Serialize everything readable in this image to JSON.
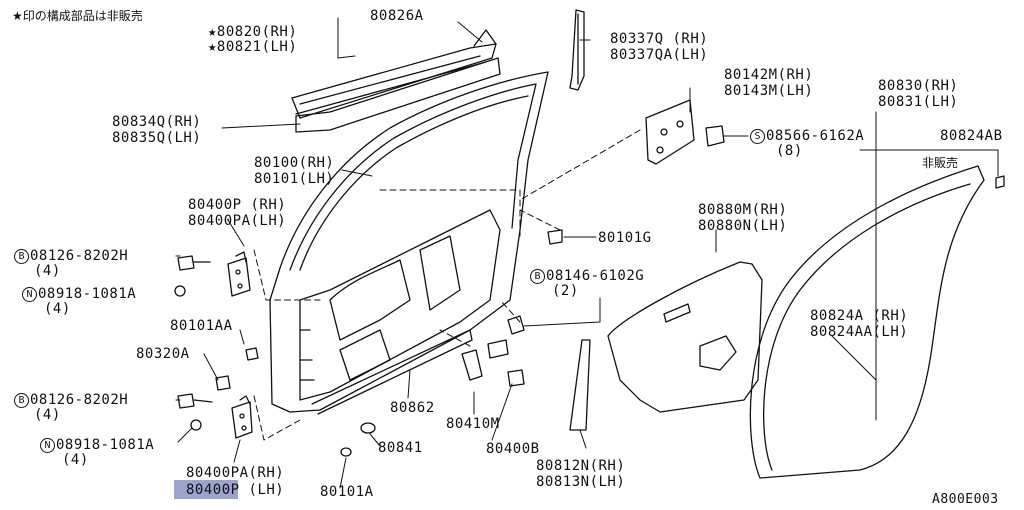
{
  "note": "★印の構成部品は非販売",
  "diagram_code": "A800E003",
  "highlight_color": "#9da3cf",
  "labels": {
    "p80820_rh": "★80820(RH)",
    "p80821_lh": "★80821(LH)",
    "p80826a": "80826A",
    "p80337q_rh": "80337Q (RH)",
    "p80337qa_lh": "80337QA(LH)",
    "p80142m_rh": "80142M(RH)",
    "p80143m_lh": "80143M(LH)",
    "p80830_rh": "80830(RH)",
    "p80831_lh": "80831(LH)",
    "p80834q_rh": "80834Q(RH)",
    "p80835q_lh": "80835Q(LH)",
    "bolt_08566_mark": "S",
    "bolt_08566": "08566-6162A",
    "bolt_08566_qty": "(8)",
    "p80824ab": "80824AB",
    "not_sold": "非販売",
    "p80100_rh": "80100(RH)",
    "p80101_lh": "80101(LH)",
    "p80400p_rh": "80400P (RH)",
    "p80400pa_lh": "80400PA(LH)",
    "p80101g": "80101G",
    "p80880m_rh": "80880M(RH)",
    "p80880n_lh": "80880N(LH)",
    "bolt_08126_top_mark": "B",
    "bolt_08126_top": "08126-8202H",
    "bolt_08126_top_qty": "(4)",
    "nut_08918_top_mark": "N",
    "nut_08918_top": "08918-1081A",
    "nut_08918_top_qty": "(4)",
    "bolt_08146_mark": "B",
    "bolt_08146": "08146-6102G",
    "bolt_08146_qty": "(2)",
    "p80101aa": "80101AA",
    "p80320a": "80320A",
    "p80824a_rh": "80824A (RH)",
    "p80824aa_lh": "80824AA(LH)",
    "bolt_08126_bot_mark": "B",
    "bolt_08126_bot": "08126-8202H",
    "bolt_08126_bot_qty": "(4)",
    "p80862": "80862",
    "p80410m": "80410M",
    "nut_08918_bot_mark": "N",
    "nut_08918_bot": "08918-1081A",
    "nut_08918_bot_qty": "(4)",
    "p80841": "80841",
    "p80400b": "80400B",
    "p80400pa_rh": "80400PA(RH)",
    "p80400p_lh_hl": "80400",
    "p80400p_lh_rest": "P (LH)",
    "p80101a": "80101A",
    "p80812n_rh": "80812N(RH)",
    "p80813n_lh": "80813N(LH)"
  }
}
